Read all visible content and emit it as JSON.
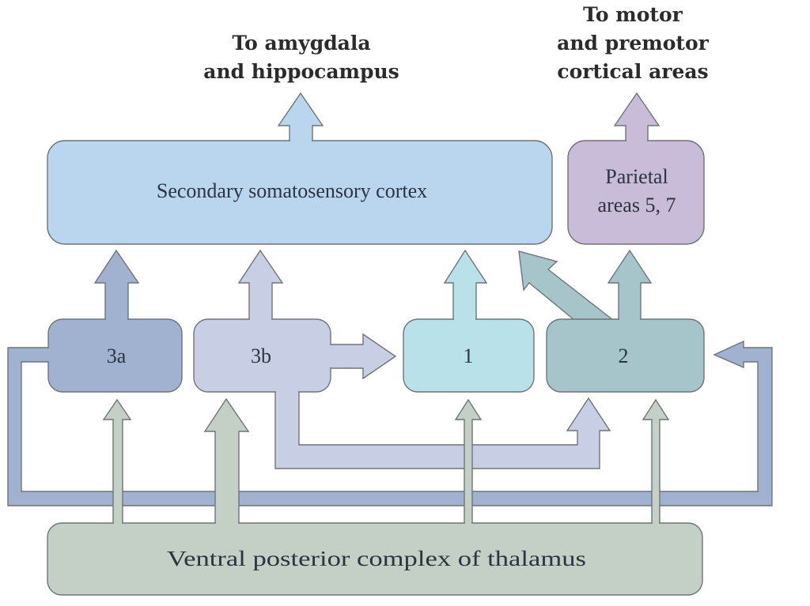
{
  "diagram": {
    "top_labels": {
      "amygdala": [
        "To amygdala",
        "and hippocampus"
      ],
      "motor": [
        "To motor",
        "and premotor",
        "cortical areas"
      ]
    },
    "boxes": {
      "secondary": {
        "label": "Secondary somatosensory cortex",
        "color": "#b9d6ee"
      },
      "parietal": {
        "label_lines": [
          "Parietal",
          "areas 5, 7"
        ],
        "color": "#c9bcd9"
      },
      "area_3a": {
        "label": "3a",
        "color": "#a1b1d0"
      },
      "area_3b": {
        "label": "3b",
        "color": "#c8cfe4"
      },
      "area_1": {
        "label": "1",
        "color": "#b8e1ea"
      },
      "area_2": {
        "label": "2",
        "color": "#a5c5cb"
      },
      "thalamus": {
        "label": "Ventral posterior complex of thalamus",
        "color": "#c4cfc5"
      }
    },
    "connections": [
      {
        "from": "Secondary somatosensory cortex",
        "to": "To amygdala and hippocampus"
      },
      {
        "from": "Parietal areas 5, 7",
        "to": "To motor and premotor cortical areas"
      },
      {
        "from": "3a",
        "to": "Secondary somatosensory cortex"
      },
      {
        "from": "3b",
        "to": "Secondary somatosensory cortex"
      },
      {
        "from": "1",
        "to": "Secondary somatosensory cortex"
      },
      {
        "from": "2",
        "to": "Secondary somatosensory cortex"
      },
      {
        "from": "2",
        "to": "Parietal areas 5, 7"
      },
      {
        "from": "3b",
        "to": "1"
      },
      {
        "from": "3b",
        "to": "2"
      },
      {
        "from": "3a",
        "to": "2"
      },
      {
        "from": "Ventral posterior complex of thalamus",
        "to": "3a"
      },
      {
        "from": "Ventral posterior complex of thalamus",
        "to": "3b"
      },
      {
        "from": "Ventral posterior complex of thalamus",
        "to": "1"
      },
      {
        "from": "Ventral posterior complex of thalamus",
        "to": "2"
      }
    ]
  }
}
